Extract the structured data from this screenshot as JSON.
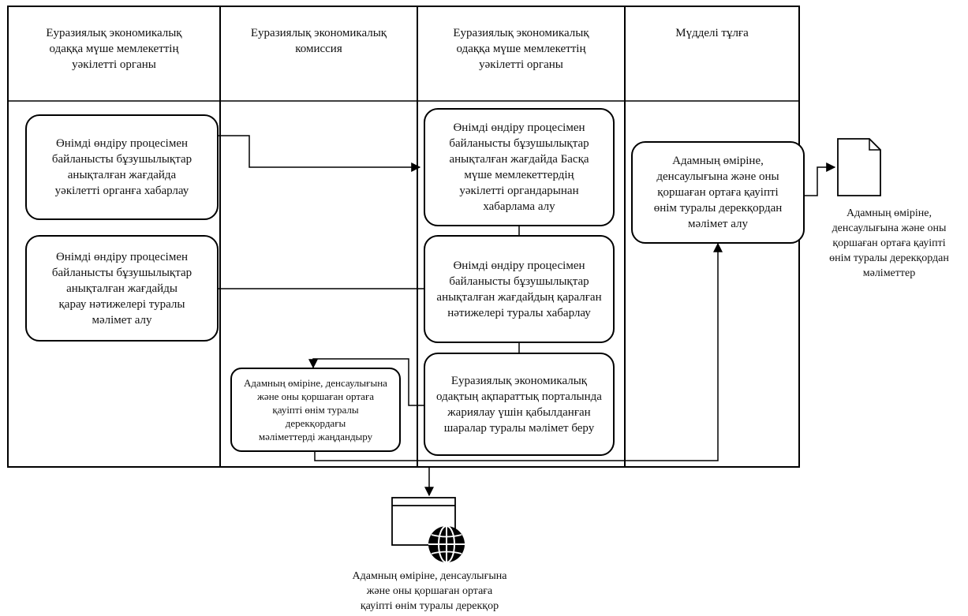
{
  "lanes": [
    {
      "title": "Еуразиялық экономикалық\nодаққа мүше мемлекеттің\nуәкілетті органы"
    },
    {
      "title": "Еуразиялық экономикалық\nкомиссия"
    },
    {
      "title": "Еуразиялық экономикалық\nодаққа мүше мемлекеттің\nуәкілетті органы"
    },
    {
      "title": "Мүдделі тұлға"
    }
  ],
  "steps": {
    "notify_authority": "Өнімді өндіру процесімен\nбайланысты бұзушылықтар\nанықталған жағдайда\nуәкілетті органға хабарлау",
    "receive_results": "Өнімді өндіру процесімен\nбайланысты бұзушылықтар\nанықталған жағдайды\nқарау нәтижелері туралы\nмәлімет алу",
    "update_database": "Адамның өміріне, денсаулығына\nжәне оны қоршаған ортаға\nқауіпті өнім туралы\nдерекқордағы\nмәліметтерді жаңдандыру",
    "receive_notification": "Өнімді өндіру процесімен\nбайланысты бұзушылықтар\nанықталған жағдайда Басқа\nмүше мемлекеттердің\nуәкілетті органдарынан\nхабарлама алу",
    "report_results": "Өнімді өндіру процесімен\nбайланысты бұзушылықтар\nанықталған жағдайдың қаралған\nнәтижелері туралы хабарлау",
    "provide_measures": "Еуразиялық экономикалық\nодақтың ақпараттық порталында\nжариялау үшін қабылданған\nшаралар туралы мәлімет беру",
    "receive_info": "Адамның өміріне,\nденсаулығына және оны\nқоршаған ортаға қауіпті\nөнім туралы дерекқордан\nмәлімет алу"
  },
  "outputs": {
    "document_label": "Адамның өміріне,\nденсаулығына және оны\nқоршаған ортаға қауіпті\nөнім туралы дерекқордан\nмәліметтер",
    "portal_label": "Адамның өміріне, денсаулығына\nжәне оны қоршаған ортаға\nқауіпті өнім туралы дерекқор"
  },
  "icons": {
    "document": "document-icon",
    "portal": "web-portal-globe-icon"
  },
  "colors": {
    "stroke": "#000000",
    "background": "#ffffff"
  }
}
